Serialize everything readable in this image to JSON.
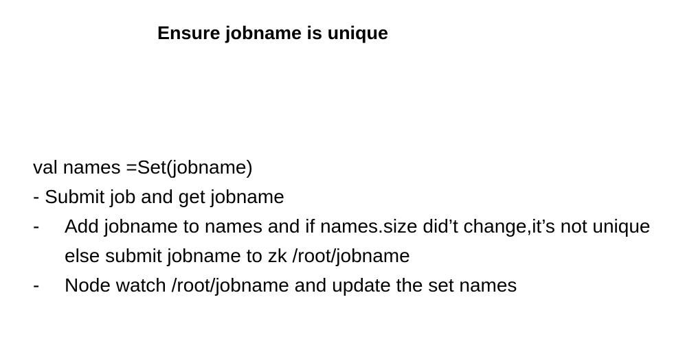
{
  "slide": {
    "title": "Ensure jobname is unique",
    "lines": [
      "val names =Set(jobname)",
      "- Submit job and get jobname"
    ],
    "bullets": [
      {
        "mark": "-",
        "text": "Add jobname to names and if names.size did’t change,it’s not unique else submit jobname to zk /root/jobname"
      },
      {
        "mark": "-",
        "text": "Node watch /root/jobname and update the set names"
      }
    ]
  }
}
